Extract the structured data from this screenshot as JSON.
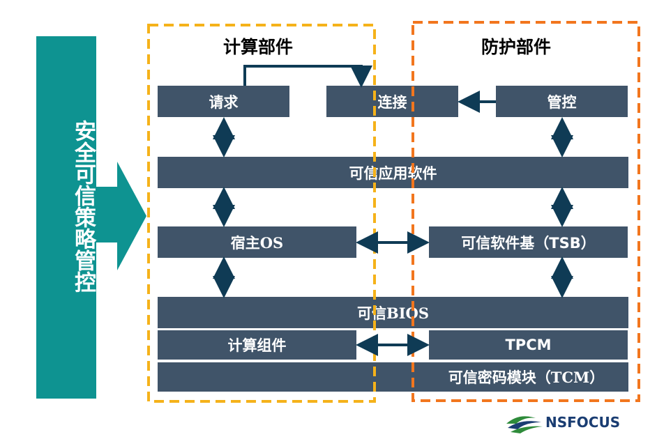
{
  "policy": {
    "label": "安全可信策略管控"
  },
  "headings": {
    "compute": "计算部件",
    "protect": "防护部件"
  },
  "blocks": {
    "request": "请求",
    "connect": "连接",
    "control": "管控",
    "trusted_app": "可信应用软件",
    "host_os": "宿主OS",
    "tsb": "可信软件基（TSB）",
    "trusted_bios": "可信BIOS",
    "compute_component": "计算组件",
    "tpcm": "TPCM",
    "tcm": "可信密码模块（TCM）"
  },
  "logo": {
    "text": "NSFOCUS"
  },
  "colors": {
    "teal": "#0e9391",
    "block": "#405469",
    "arrow": "#0f3b55",
    "yellow_dash": "#f5b21a",
    "orange_dash": "#f2761e"
  }
}
